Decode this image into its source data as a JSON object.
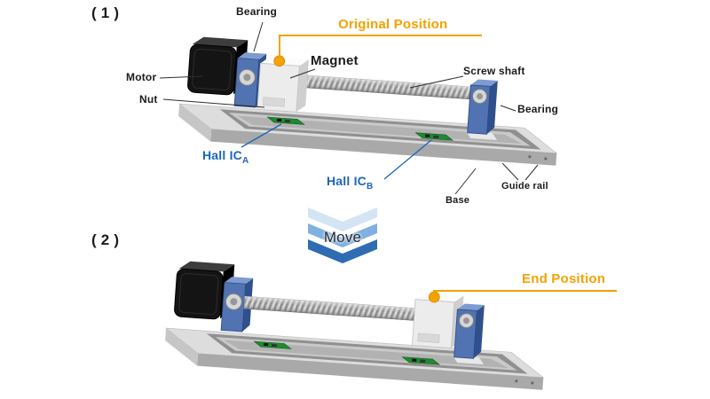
{
  "figure1_label": "( 1 )",
  "figure2_label": "( 2 )",
  "move_label": "Move",
  "annotations": {
    "bearing_left": "Bearing",
    "bearing_right": "Bearing",
    "original_position": "Original Position",
    "end_position": "End Position",
    "magnet": "Magnet",
    "motor": "Motor",
    "nut": "Nut",
    "screw_shaft": "Screw shaft",
    "hall_ic_prefix": "Hall IC",
    "hall_ic_a_subscript": "A",
    "hall_ic_b_subscript": "B",
    "base": "Base",
    "guide_rail": "Guide rail"
  },
  "colors": {
    "position_accent": "#F5A100",
    "hall_ic_text": "#1A66B8",
    "chevron_light": "#D3E4F4",
    "chevron_mid": "#7FB0E0",
    "chevron_dark": "#2E6CB4",
    "pcb_green": "#1E8A2E",
    "bearing_blue": "#5173B2"
  }
}
